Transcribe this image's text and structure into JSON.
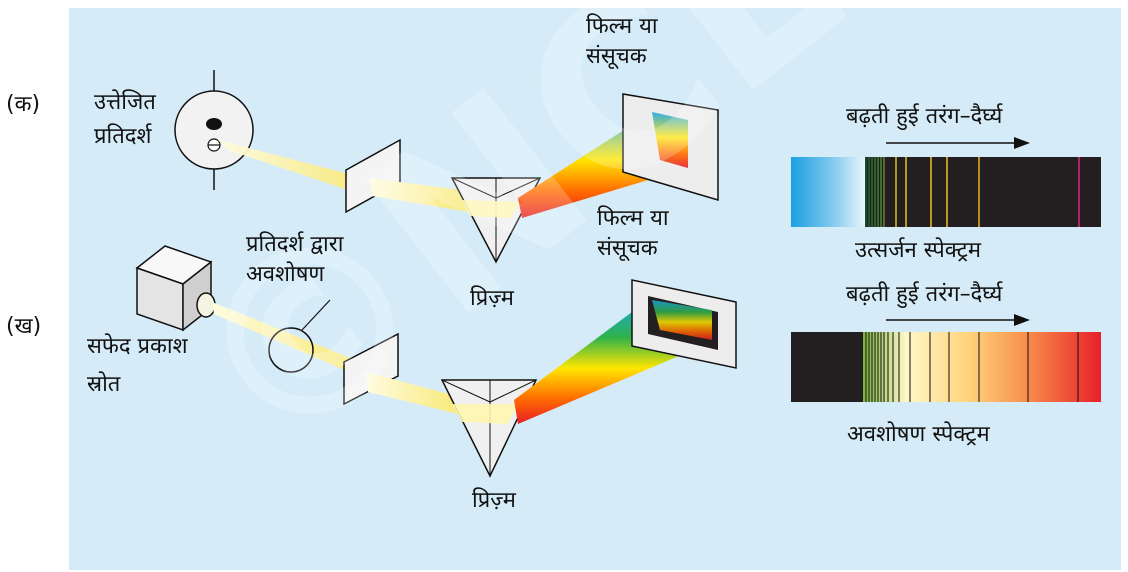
{
  "labels": {
    "part_a": "(क)",
    "part_b": "(ख)",
    "excited_sample_line1": "उत्तेजित",
    "excited_sample_line2": "प्रतिदर्श",
    "film_a_line1": "फिल्म या",
    "film_a_line2": "संसूचक",
    "film_b_line1": "फिल्म या",
    "film_b_line2": "संसूचक",
    "prism_a": "प्रिज़्म",
    "prism_b": "प्रिज़्म",
    "absorption_by_sample_line1": "प्रतिदर्श द्वारा",
    "absorption_by_sample_line2": "अवशोषण",
    "white_light_line1": "सफेद प्रकाश",
    "white_light_line2": "स्रोत",
    "increasing_wavelength_a": "बढ़ती हुई तरंग–दैर्घ्य",
    "increasing_wavelength_b": "बढ़ती हुई तरंग–दैर्घ्य",
    "emission_spectrum": "उत्सर्जन स्पेक्ट्रम",
    "absorption_spectrum": "अवशोषण स्पेक्ट्रम"
  },
  "watermark": "©NCERT not to be republished",
  "colors": {
    "panel_background": "#d5ecf8",
    "spectrum_black": "#231f20",
    "light_beam": "#fff6b0"
  }
}
